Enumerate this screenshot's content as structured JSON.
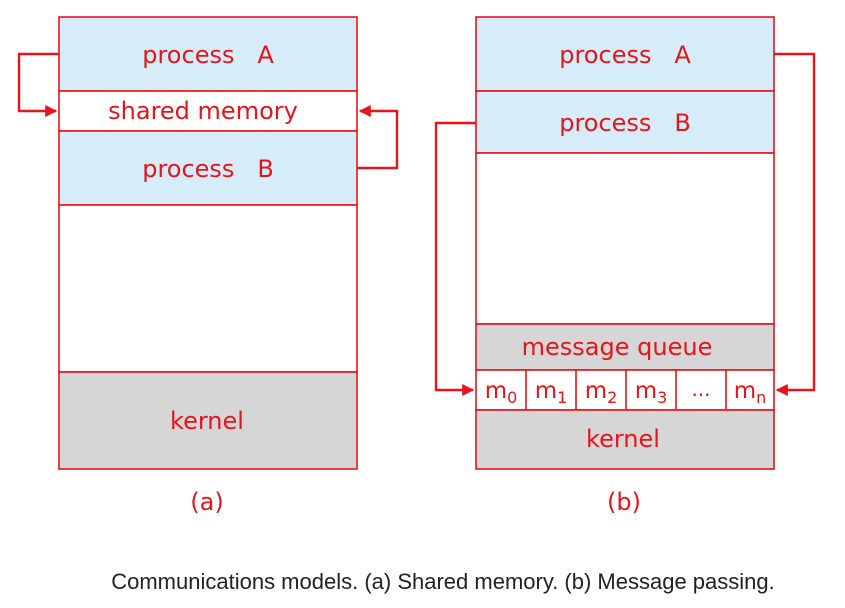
{
  "colors": {
    "accent": "#e8141b",
    "process_fill": "#d6ecf8",
    "kernel_fill": "#d6d6d6",
    "white": "#ffffff"
  },
  "diagram_a": {
    "process_a": "process   A",
    "shared_memory": "shared memory",
    "process_b": "process   B",
    "kernel": "kernel",
    "label": "(a)"
  },
  "diagram_b": {
    "process_a": "process   A",
    "process_b": "process   B",
    "message_queue": "message queue",
    "messages": [
      {
        "base": "m",
        "sub": "0"
      },
      {
        "base": "m",
        "sub": "1"
      },
      {
        "base": "m",
        "sub": "2"
      },
      {
        "base": "m",
        "sub": "3"
      },
      {
        "base": "...",
        "sub": ""
      },
      {
        "base": "m",
        "sub": "n"
      }
    ],
    "kernel": "kernel",
    "label": "(b)"
  },
  "caption": "Communications models. (a) Shared memory. (b) Message passing."
}
